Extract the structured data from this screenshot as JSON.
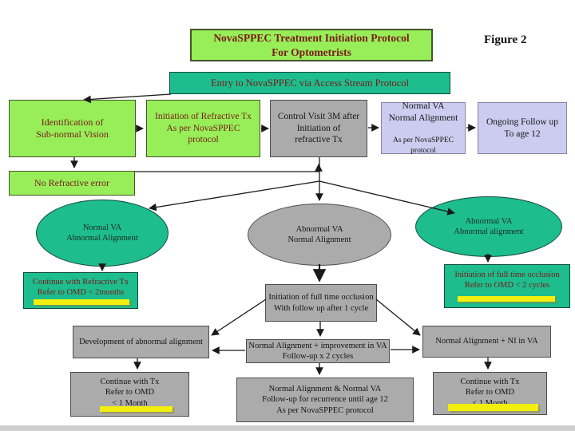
{
  "slide": {
    "title": "NovaSPPEC Treatment Initiation Protocol\nFor Optometrists",
    "figure_label": "Figure 2",
    "entry_banner": "Entry to NovaSPPEC via Access Stream Protocol"
  },
  "colors": {
    "bright_green": "#97ee58",
    "teal_green": "#1dbd8d",
    "gray": "#ababab",
    "lavender": "#ccccf0",
    "highlight_yellow": "#f2ef0e",
    "maroon_text": "#7a1a1a"
  },
  "nodes": {
    "identification": "Identification of\nSub-normal Vision",
    "initiation_refractive": "Initiation of Refractive Tx\nAs per NovaSPPEC\nprotocol",
    "control_visit": "Control Visit 3M after\nInitiation of\nrefractive Tx",
    "normal_va_main": "Normal VA\nNormal Alignment",
    "normal_va_sub": "As per NovaSPPEC\nprotocol",
    "ongoing_followup": "Ongoing Follow up\nTo age 12",
    "no_refractive_error": "No Refractive error",
    "normal_va_abnormal_alignment": "Normal VA\nAbnormal Alignment",
    "abnormal_va_normal_alignment": "Abnormal VA\nNormal Alignment",
    "abnormal_va_abnormal_alignment": "Abnormal VA\nAbnormal alignment",
    "continue_refractive_tx": "Continue with Refractive Tx\nRefer to OMD < 2months",
    "full_time_occlusion_refer": "Initiation of full time occlusion\nRefer to OMD < 2 cycles",
    "full_time_occlusion_followup": "Initiation of full time occlusion\nWith follow up after 1 cycle",
    "development_abnormal_alignment": "Development of abnormal alignment",
    "normal_alignment_improvement": "Normal Alignment + improvement in VA\nFollow-up x 2 cycles",
    "normal_alignment_ni": "Normal Alignment + NI in VA",
    "continue_tx_left": "Continue with Tx\nRefer to OMD\n< 1 Month",
    "normal_recurrence_followup": "Normal Alignment & Normal VA\nFollow-up for recurrence until age 12\nAs per NovaSPPEC protocol",
    "continue_tx_right": "Continue with Tx\nRefer to OMD\n< 1 Month"
  }
}
